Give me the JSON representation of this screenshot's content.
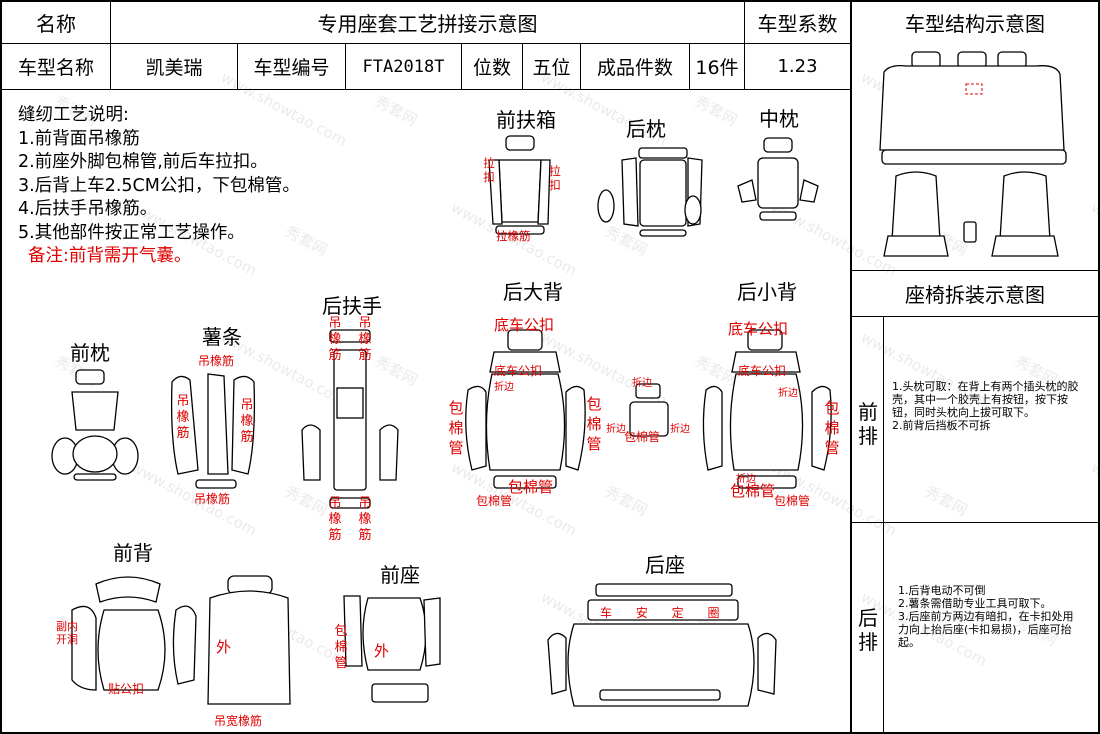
{
  "header": {
    "name_label": "名称",
    "doc_title": "专用座套工艺拼接示意图",
    "coeff_label": "车型系数",
    "struct_title": "车型结构示意图",
    "model_name_label": "车型名称",
    "model_name": "凯美瑞",
    "model_code_label": "车型编号",
    "model_code": "FTA2018T",
    "seats_label": "位数",
    "seats_value": "五位",
    "pieces_label": "成品件数",
    "pieces_value": "16件",
    "coeff_value": "1.23"
  },
  "notes": {
    "heading": "缝纫工艺说明:",
    "items": [
      "1.前背面吊橡筋",
      "2.前座外脚包棉管,前后车拉扣。",
      "3.后背上车2.5CM公扣，下包棉管。",
      "4.后扶手吊橡筋。",
      "5.其他部件按正常工艺操作。"
    ],
    "remark": "备注:前背需开气囊。"
  },
  "parts": {
    "front_armrest_box": "前扶箱",
    "rear_headrest": "后枕",
    "middle_headrest": "中枕",
    "front_headrest": "前枕",
    "sweet_potato_strip": "薯条",
    "rear_armrest": "后扶手",
    "rear_big_back": "后大背",
    "rear_small_back": "后小背",
    "front_back": "前背",
    "front_seat": "前座",
    "rear_seat": "后座"
  },
  "labels": {
    "la_kou": "拉扣",
    "la_xiang_jin": "拉橡筋",
    "diao_xiang_jin": "吊橡筋",
    "diao": "吊",
    "xiang": "橡",
    "jin": "筋",
    "di_che_gong_kou": "底车公扣",
    "bao_mian_guan": "包棉管",
    "bao": "包",
    "mian": "棉",
    "guan": "管",
    "zhe_bian": "折边",
    "wai": "外",
    "tie_gong_kou": "贴公扣",
    "fu_nei_kai_dong": "副内开洞",
    "diao_kuan_xiang_jin": "吊宽橡筋",
    "che_an_ding_quan": "车 安 定 圈"
  },
  "disassembly": {
    "title": "座椅拆装示意图",
    "front_row_label": "前排",
    "front_notes": [
      "1.头枕可取：在背上有两个插头枕的胶壳，其中一个胶壳上有按钮，按下按钮，同时头枕向上拔可取下。",
      "2.前背后挡板不可拆"
    ],
    "rear_row_label": "后排",
    "rear_notes": [
      "1.后背电动不可倒",
      "2.薯条需借助专业工具可取下。",
      "3.后座前方两边有暗扣，在卡扣处用力向上抬后座(卡扣易损)，后座可抬起。"
    ]
  },
  "watermark": {
    "text_cn": "秀套网",
    "text_en": "www.showtao.com"
  }
}
